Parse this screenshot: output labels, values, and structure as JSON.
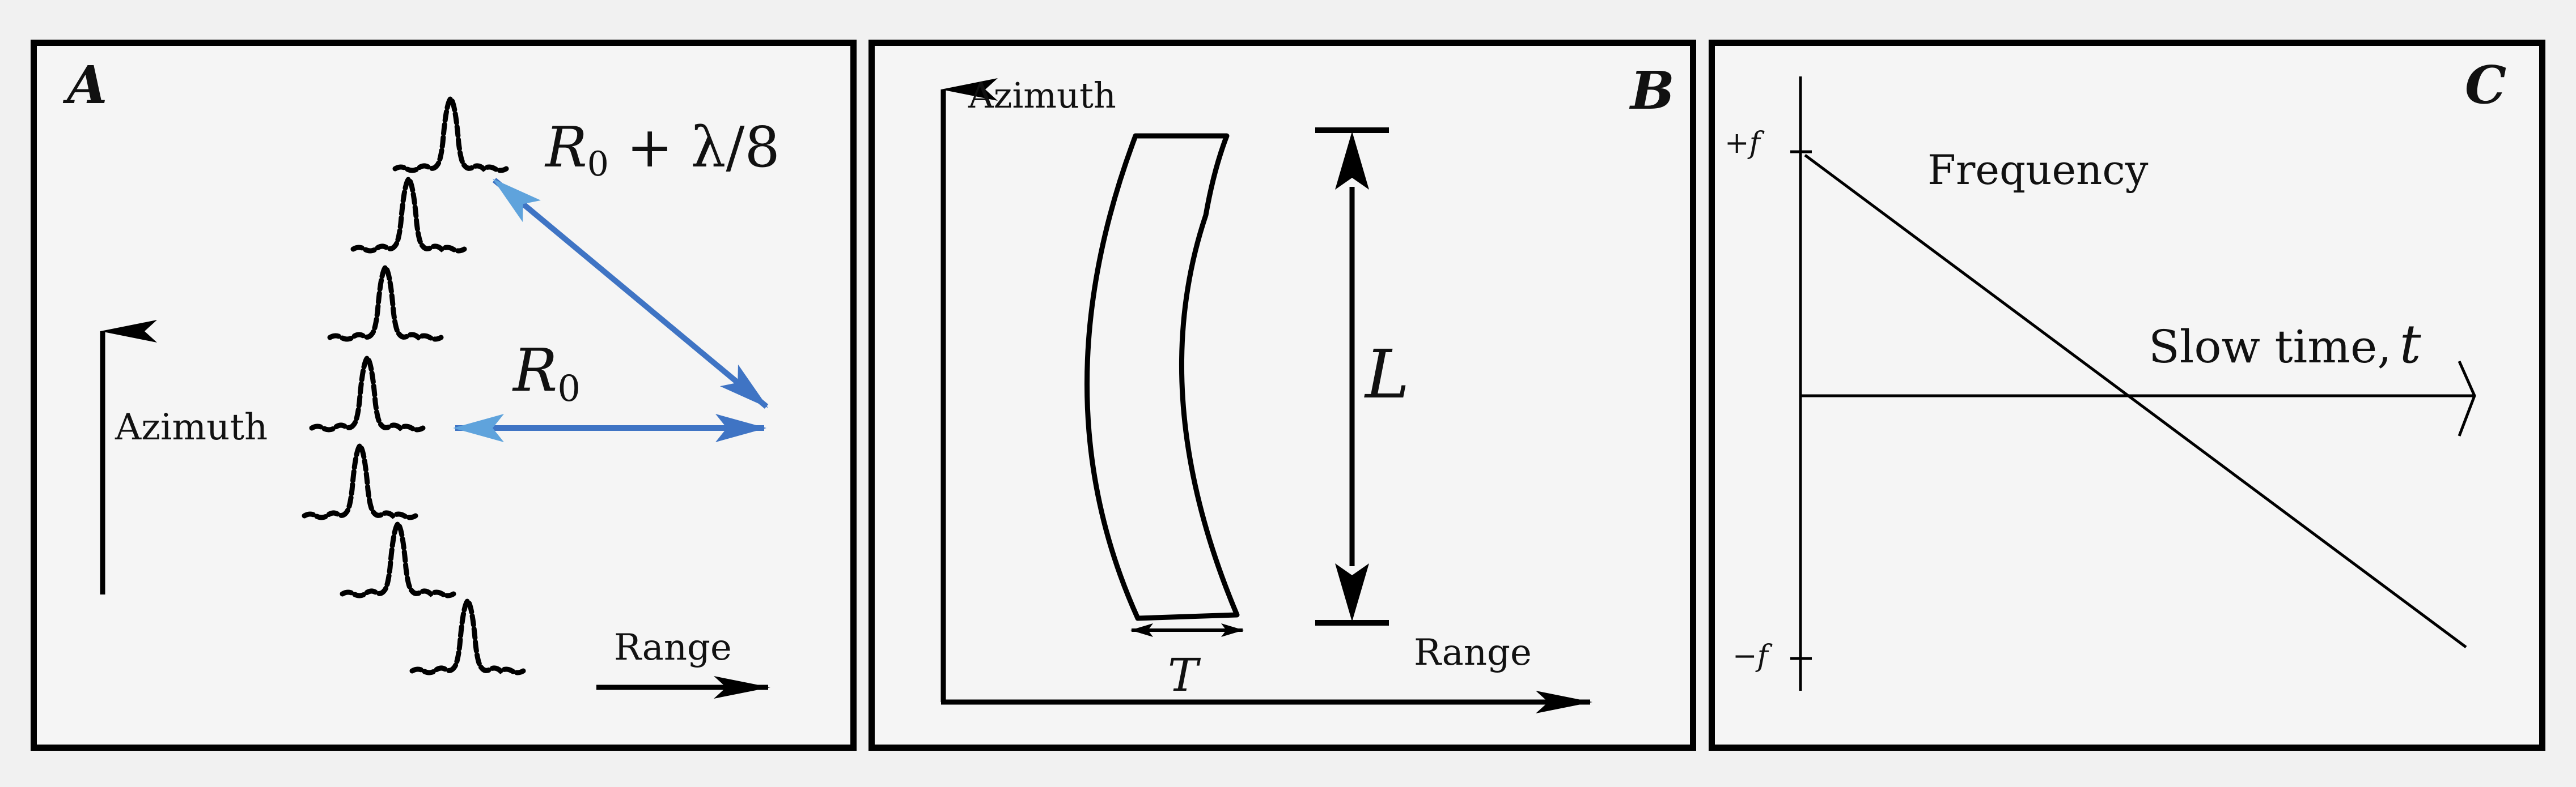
{
  "panels": {
    "a": {
      "letter": "A",
      "azimuth_label": "Azimuth",
      "range_label": "Range",
      "r0_label": "R",
      "r0_sub": "0",
      "r0_lambda_label": "R",
      "r0_lambda_sub": "0",
      "r0_lambda_rest": " + λ/8",
      "pulse_count": 7,
      "arrow_color": "#3f74c4",
      "arrow_color_light": "#5fa3dc"
    },
    "b": {
      "letter": "B",
      "azimuth_label": "Azimuth",
      "range_label": "Range",
      "length_label": "L",
      "width_label": "T"
    },
    "c": {
      "letter": "C",
      "frequency_label": "Frequency",
      "slow_time_label": "Slow time,",
      "slow_time_var": "t",
      "plus_f_label": "+f",
      "minus_f_label": "−f"
    }
  }
}
